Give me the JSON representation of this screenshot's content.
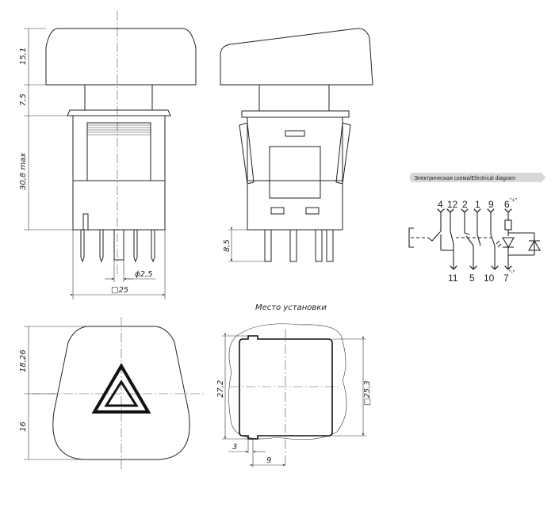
{
  "front_view": {
    "dim_cap": "15,1",
    "dim_stem": "7,5",
    "dim_body": "30,8 max",
    "dim_pin": "ϕ2,5",
    "dim_width": "□25"
  },
  "side_view": {
    "dim_pins": "8,5"
  },
  "top_view": {
    "dim_upper": "18,26",
    "dim_lower": "16"
  },
  "mounting": {
    "title": "Место установки",
    "dim_height": "27,2",
    "dim_square": "□25,3",
    "dim_notch": "3",
    "dim_offset": "9"
  },
  "electrical": {
    "title": "Электрическая схема/Electrical diagram",
    "top_terminals": [
      "4",
      "12",
      "2",
      "1",
      "9",
      "6"
    ],
    "bottom_terminals": [
      "11",
      "5",
      "10",
      "7"
    ],
    "plus_mark": "\"+\"",
    "minus_mark": "\"-\""
  }
}
